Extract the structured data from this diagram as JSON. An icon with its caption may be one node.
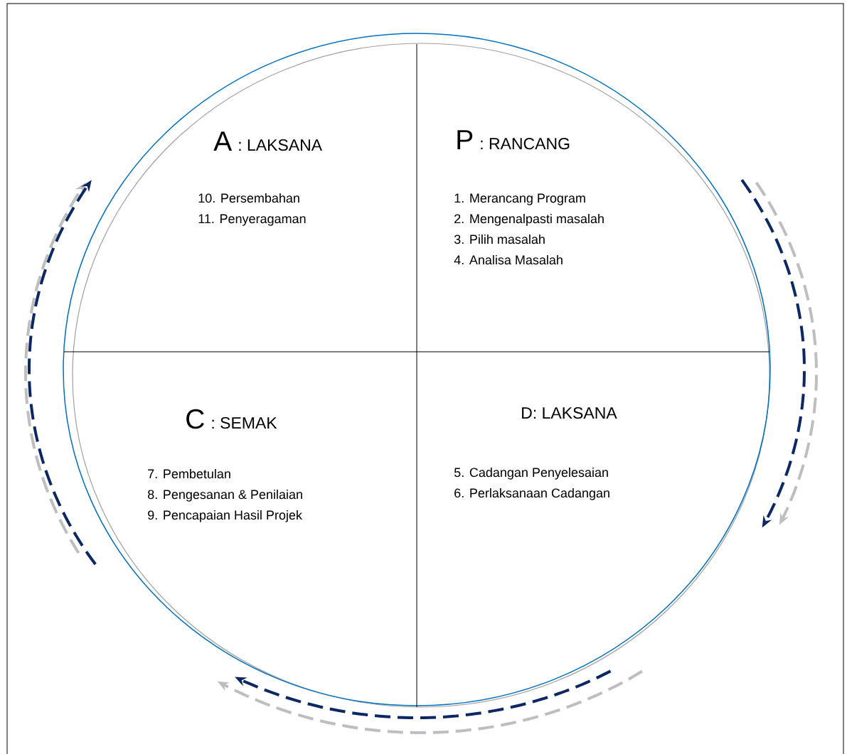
{
  "diagram": {
    "nodes": [
      {
        "text": [
          "A",
          ": LAKSANA",
          "10. Persembahan",
          "11. Penyeragaman"
        ]
      },
      {
        "text": [
          "P",
          ": RANCANG",
          "1. Merancang Program",
          "2. Mengenalpasti masalah",
          "3. Pilih masalah",
          "4. Analisa Masalah"
        ]
      },
      {
        "text": [
          "C",
          ": SEMAK",
          "7. Pembetulan",
          "8. Pengesanan & Penilaian",
          "9. Pencapaian Hasil Projek"
        ]
      },
      {
        "text": [
          "D: LAKSANA",
          "5. Cadangan Penyelesaian",
          "6. Perlaksanaan Cadangan"
        ]
      }
    ]
  }
}
